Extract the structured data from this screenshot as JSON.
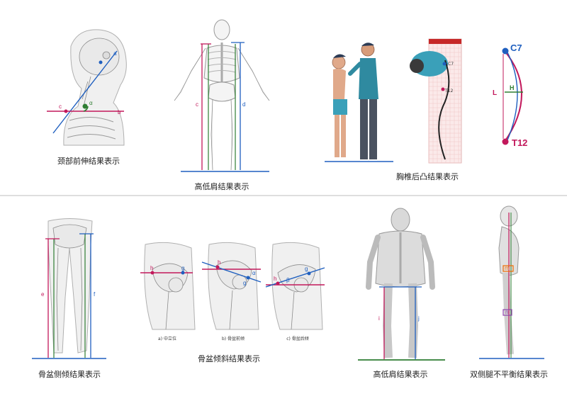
{
  "captions": {
    "neck": "颈部前伸结果表示",
    "shoulder_top": "高低肩结果表示",
    "kyphosis": "胸椎后凸结果表示",
    "pelvis_lateral": "骨盆侧倾结果表示",
    "pelvis_tilt": "骨盆倾斜结果表示",
    "shoulder_bottom": "高低肩结果表示",
    "leg_imbalance": "双侧腿不平衡结果表示"
  },
  "pelvis_sublabels": {
    "a": "a) 中立位",
    "b": "b) 骨盆前倾",
    "c": "c) 骨盆后倾"
  },
  "markers": {
    "a": "a",
    "b": "b",
    "c": "c",
    "d": "d",
    "e": "e",
    "f": "f",
    "g": "g",
    "h": "h",
    "i": "i",
    "j": "j",
    "m": "m",
    "n": "n",
    "alpha": "α",
    "beta": "β",
    "C7": "C7",
    "T12": "T12",
    "L": "L",
    "H": "H"
  },
  "colors": {
    "red": "#c2185b",
    "blue": "#1f5fbf",
    "green": "#2e7d32",
    "divider": "#bdbdbd"
  }
}
